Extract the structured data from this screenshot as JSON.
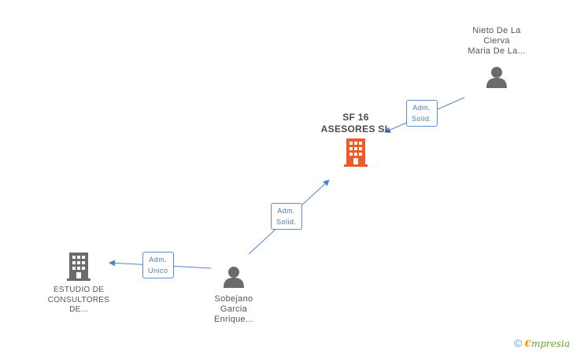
{
  "nodes": {
    "center": {
      "line1": "SF 16",
      "line2": "ASESORES SL"
    },
    "top_right": {
      "line1": "Nieto De La",
      "line2": "Cierva",
      "line3": "Maria De La..."
    },
    "bottom_mid": {
      "line1": "Sobejano",
      "line2": "Garcia",
      "line3": "Enrique..."
    },
    "bottom_left": {
      "line1": "ESTUDIO DE",
      "line2": "CONSULTORES",
      "line3": "DE..."
    }
  },
  "edges": {
    "top_right_to_center": {
      "line1": "Adm.",
      "line2": "Solid."
    },
    "bottom_mid_to_center": {
      "line1": "Adm.",
      "line2": "Solid."
    },
    "bottom_mid_to_left": {
      "line1": "Adm.",
      "line2": "Unico"
    }
  },
  "colors": {
    "center_company": "#f05a28",
    "company": "#6b6b6b",
    "person": "#6b6b6b",
    "edge": "#4a86d0"
  },
  "footer": {
    "copyright": "©",
    "brand_e": "€",
    "brand_rest": "mpresia"
  }
}
